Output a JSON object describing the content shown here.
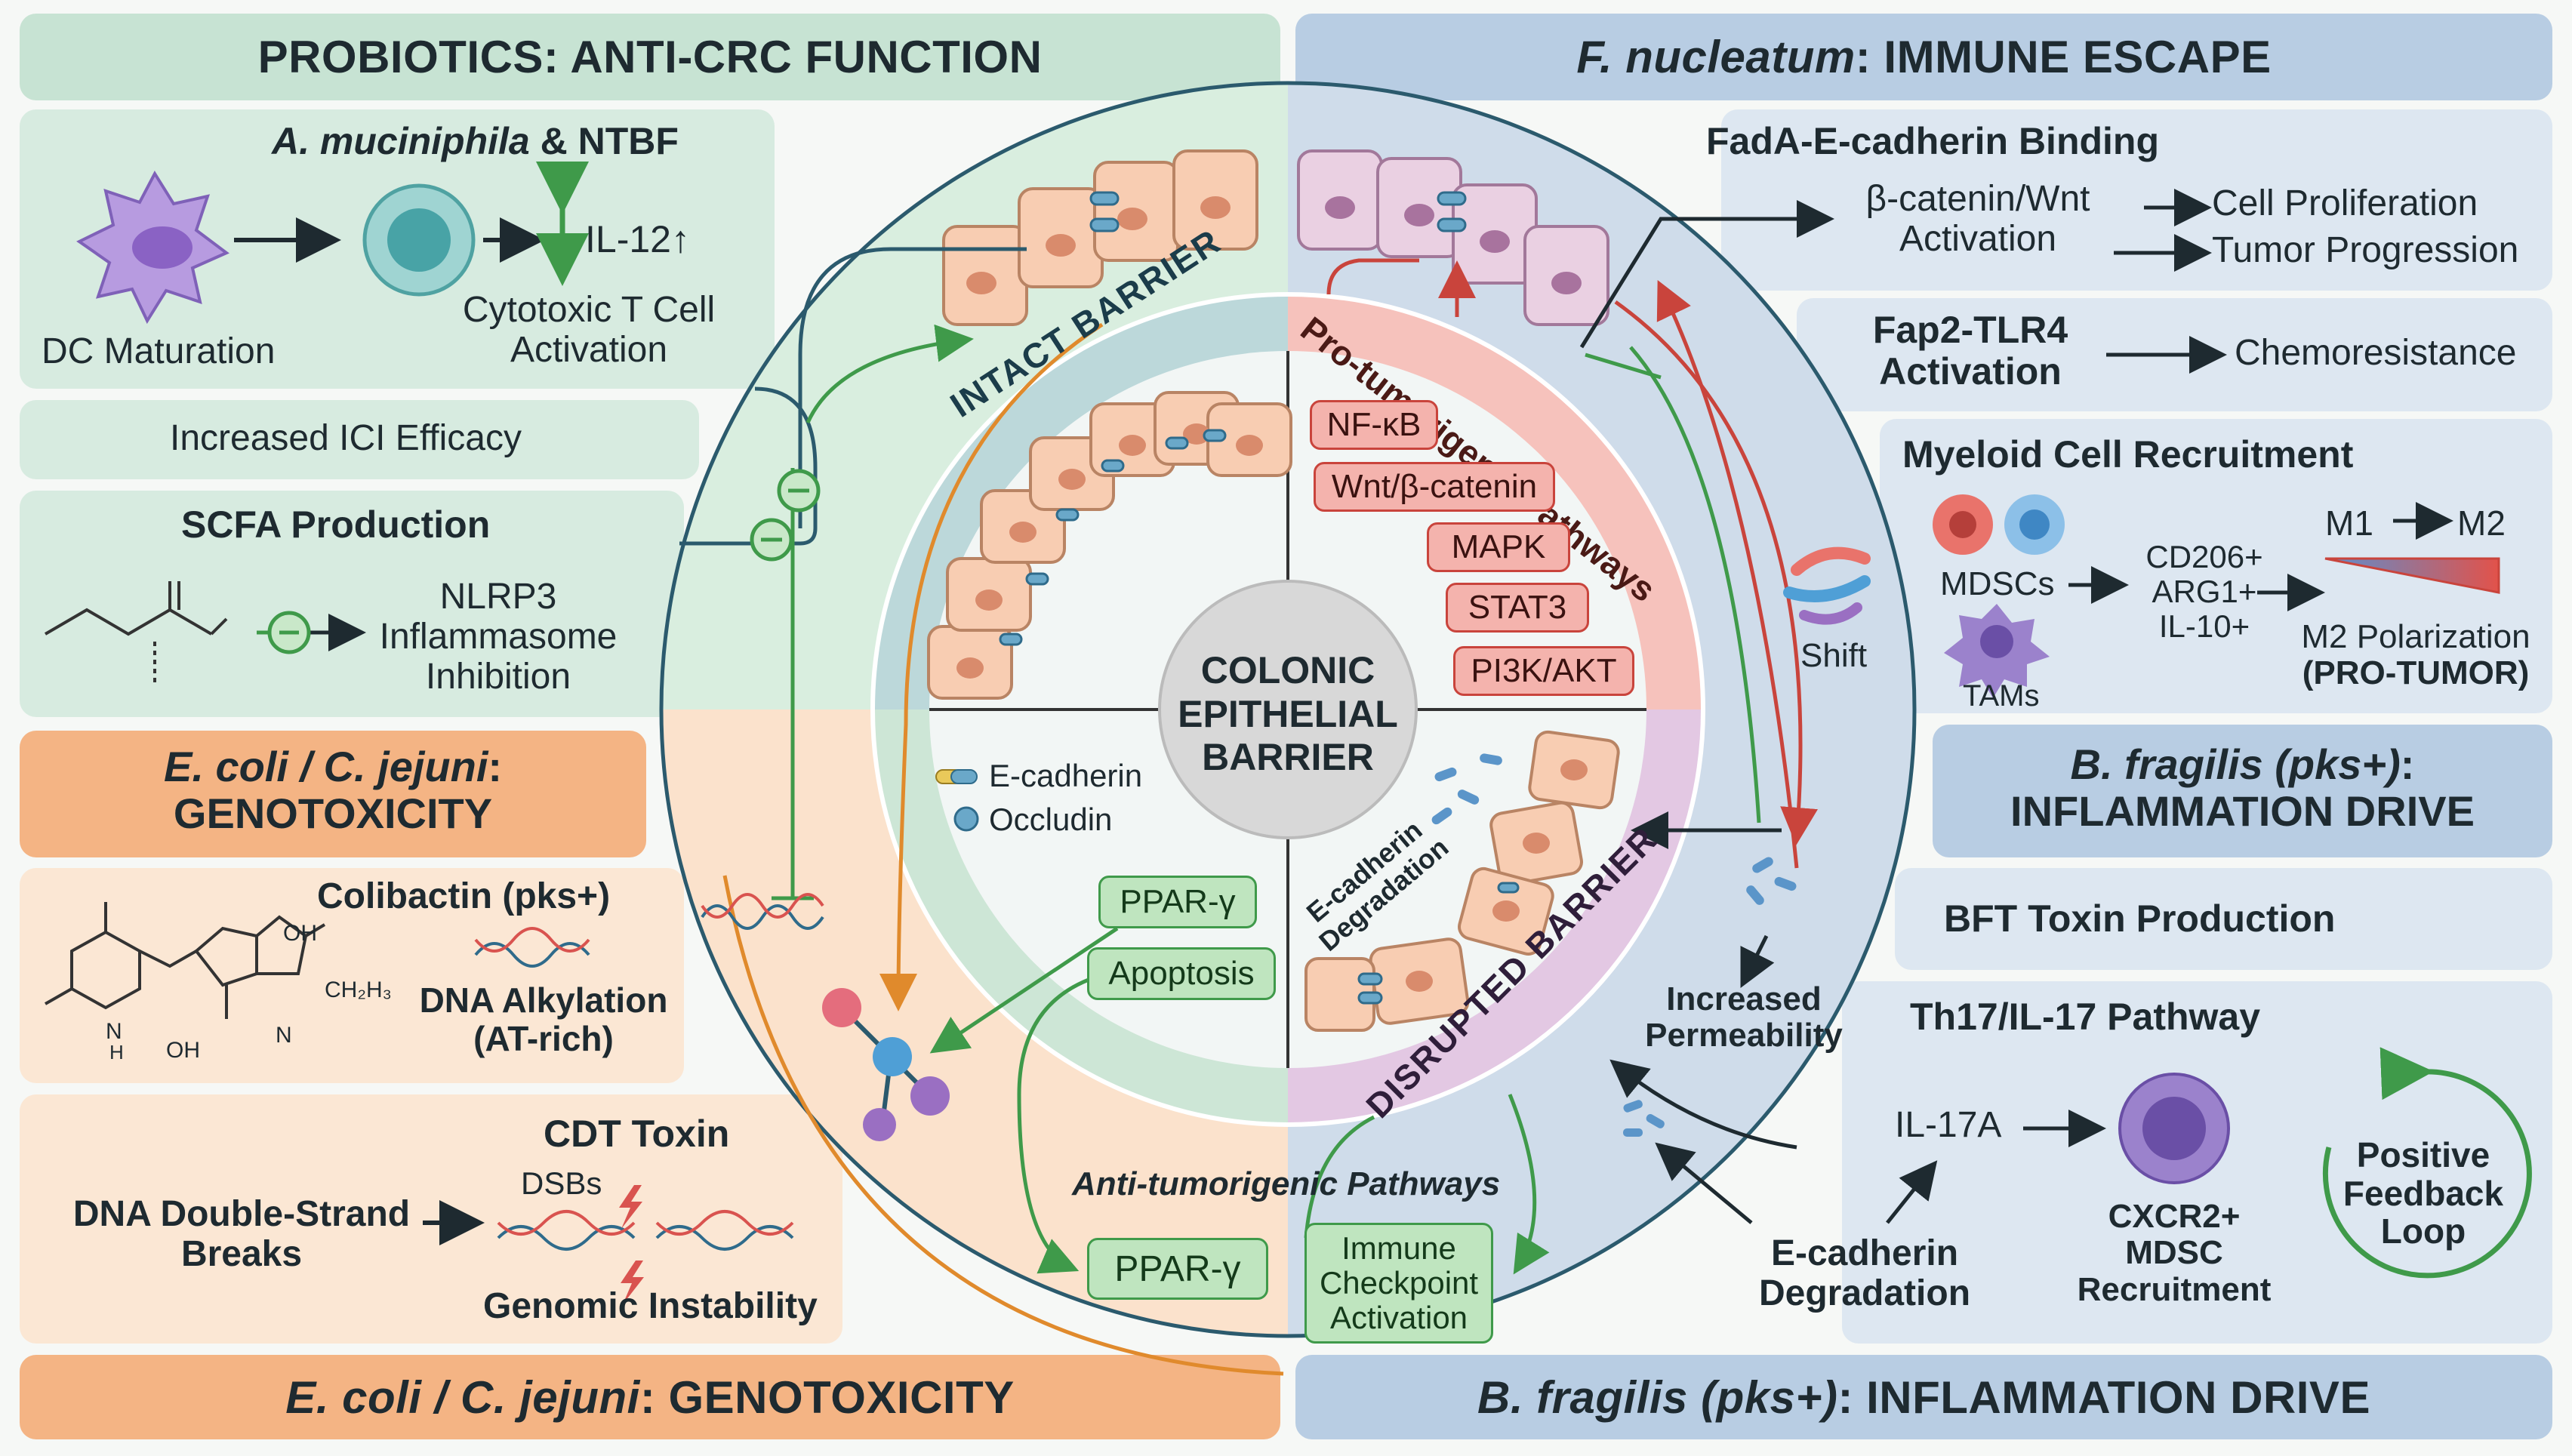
{
  "panels": {
    "top_left_header": "PROBIOTICS: ANTI-CRC FUNCTION",
    "top_right_header_italic": "F. nucleatum",
    "top_right_header_rest": ": IMMUNE ESCAPE",
    "mid_left_header": {
      "line1_italic": "E. coli / C. jejuni",
      "line1_rest": ":",
      "line2": "GENOTOXICITY"
    },
    "mid_right_header": {
      "line1_italic": "B. fragilis (pks+)",
      "line1_rest": ":",
      "line2": "INFLAMMATION DRIVE"
    },
    "bottom_left_header_italic": "E. coli / C. jejuni",
    "bottom_left_header_rest": ": GENOTOXICITY",
    "bottom_right_header_italic": "B. fragilis (pks+)",
    "bottom_right_header_rest": ": INFLAMMATION DRIVE"
  },
  "probiotics": {
    "title_italic": "A. muciniphila",
    "title_rest": " & NTBF",
    "dc_label": "DC Maturation",
    "il12": "IL-12↑",
    "tcell_line1": "Cytotoxic T Cell",
    "tcell_line2": "Activation",
    "ici": "Increased ICI Efficacy",
    "scfa_title": "SCFA Production",
    "nlrp3_line1": "NLRP3",
    "nlrp3_line2": "Inflammasome",
    "nlrp3_line3": "Inhibition",
    "minus": "−"
  },
  "genotox": {
    "colibactin": "Colibactin (pks+)",
    "dna_alk_line1": "DNA Alkylation",
    "dna_alk_line2": "(AT-rich)",
    "cdt_title": "CDT Toxin",
    "dsb_line1": "DNA Double-Strand",
    "dsb_line2": "Breaks",
    "dsbs": "DSBs",
    "instability": "Genomic Instability",
    "chem_oh1": "OH",
    "chem_oh2": "OH",
    "chem_ch2h3": "CH₂H₃",
    "chem_n1": "N",
    "chem_h1": "H",
    "chem_n2": "N"
  },
  "fnuc": {
    "fada_title": "FadA-E-cadherin Binding",
    "bcat_line1": "β-catenin/Wnt",
    "bcat_line2": "Activation",
    "prolif": "Cell Proliferation",
    "progression": "Tumor Progression",
    "fap2_line1": "Fap2-TLR4",
    "fap2_line2": "Activation",
    "chemo": "Chemoresistance",
    "myeloid_title": "Myeloid Cell Recruitment",
    "mdscs": "MDSCs",
    "tams": "TAMs",
    "markers_line1": "CD206+",
    "markers_line2": "ARG1+",
    "markers_line3": "IL-10+",
    "m1m2_m1": "M1",
    "m1m2_m2": "M2",
    "m2_pol": "M2 Polarization",
    "pro_tumor": "(PRO-TUMOR)"
  },
  "bfrag": {
    "bft": "BFT Toxin Production",
    "th17_title": "Th17/IL-17 Pathway",
    "il17a": "IL-17A",
    "ecad_line1": "E-cadherin",
    "ecad_line2": "Degradation",
    "cxcr_line1": "CXCR2+",
    "cxcr_line2": "MDSC",
    "cxcr_line3": "Recruitment",
    "loop_line1": "Positive",
    "loop_line2": "Feedback",
    "loop_line3": "Loop"
  },
  "center": {
    "core_line1": "COLONIC",
    "core_line2": "EPITHELIAL",
    "core_line3": "BARRIER",
    "intact": "INTACT BARRIER",
    "pro_pathways": "Pro-tumorigenic Pathways",
    "disrupted": "DISRUPTED BARRIER",
    "anti_pathways": "Anti-tumorigenic Pathways",
    "legend_ecad": "E-cadherin",
    "legend_occ": "Occludin",
    "ecad_deg_line1": "E-cadherin",
    "ecad_deg_line2": "Degradation",
    "red_pills": [
      "NF-κB",
      "Wnt/β-catenin",
      "MAPK",
      "STAT3",
      "PI3K/AKT"
    ],
    "ppar_inner": "PPAR-γ",
    "apoptosis": "Apoptosis",
    "ppar_outer": "PPAR-γ",
    "icp_line1": "Immune",
    "icp_line2": "Checkpoint",
    "icp_line3": "Activation",
    "shift": "Shift",
    "perm_line1": "Increased",
    "perm_line2": "Permeability"
  },
  "colors": {
    "green_panel": "#d7ebe0",
    "orange_panel": "#f9d9bd",
    "blue_panel": "#c9d8e8",
    "red_pathway": "#c9443c",
    "green_pathway": "#3f9a4a",
    "orange_arrow": "#e08a2c"
  }
}
